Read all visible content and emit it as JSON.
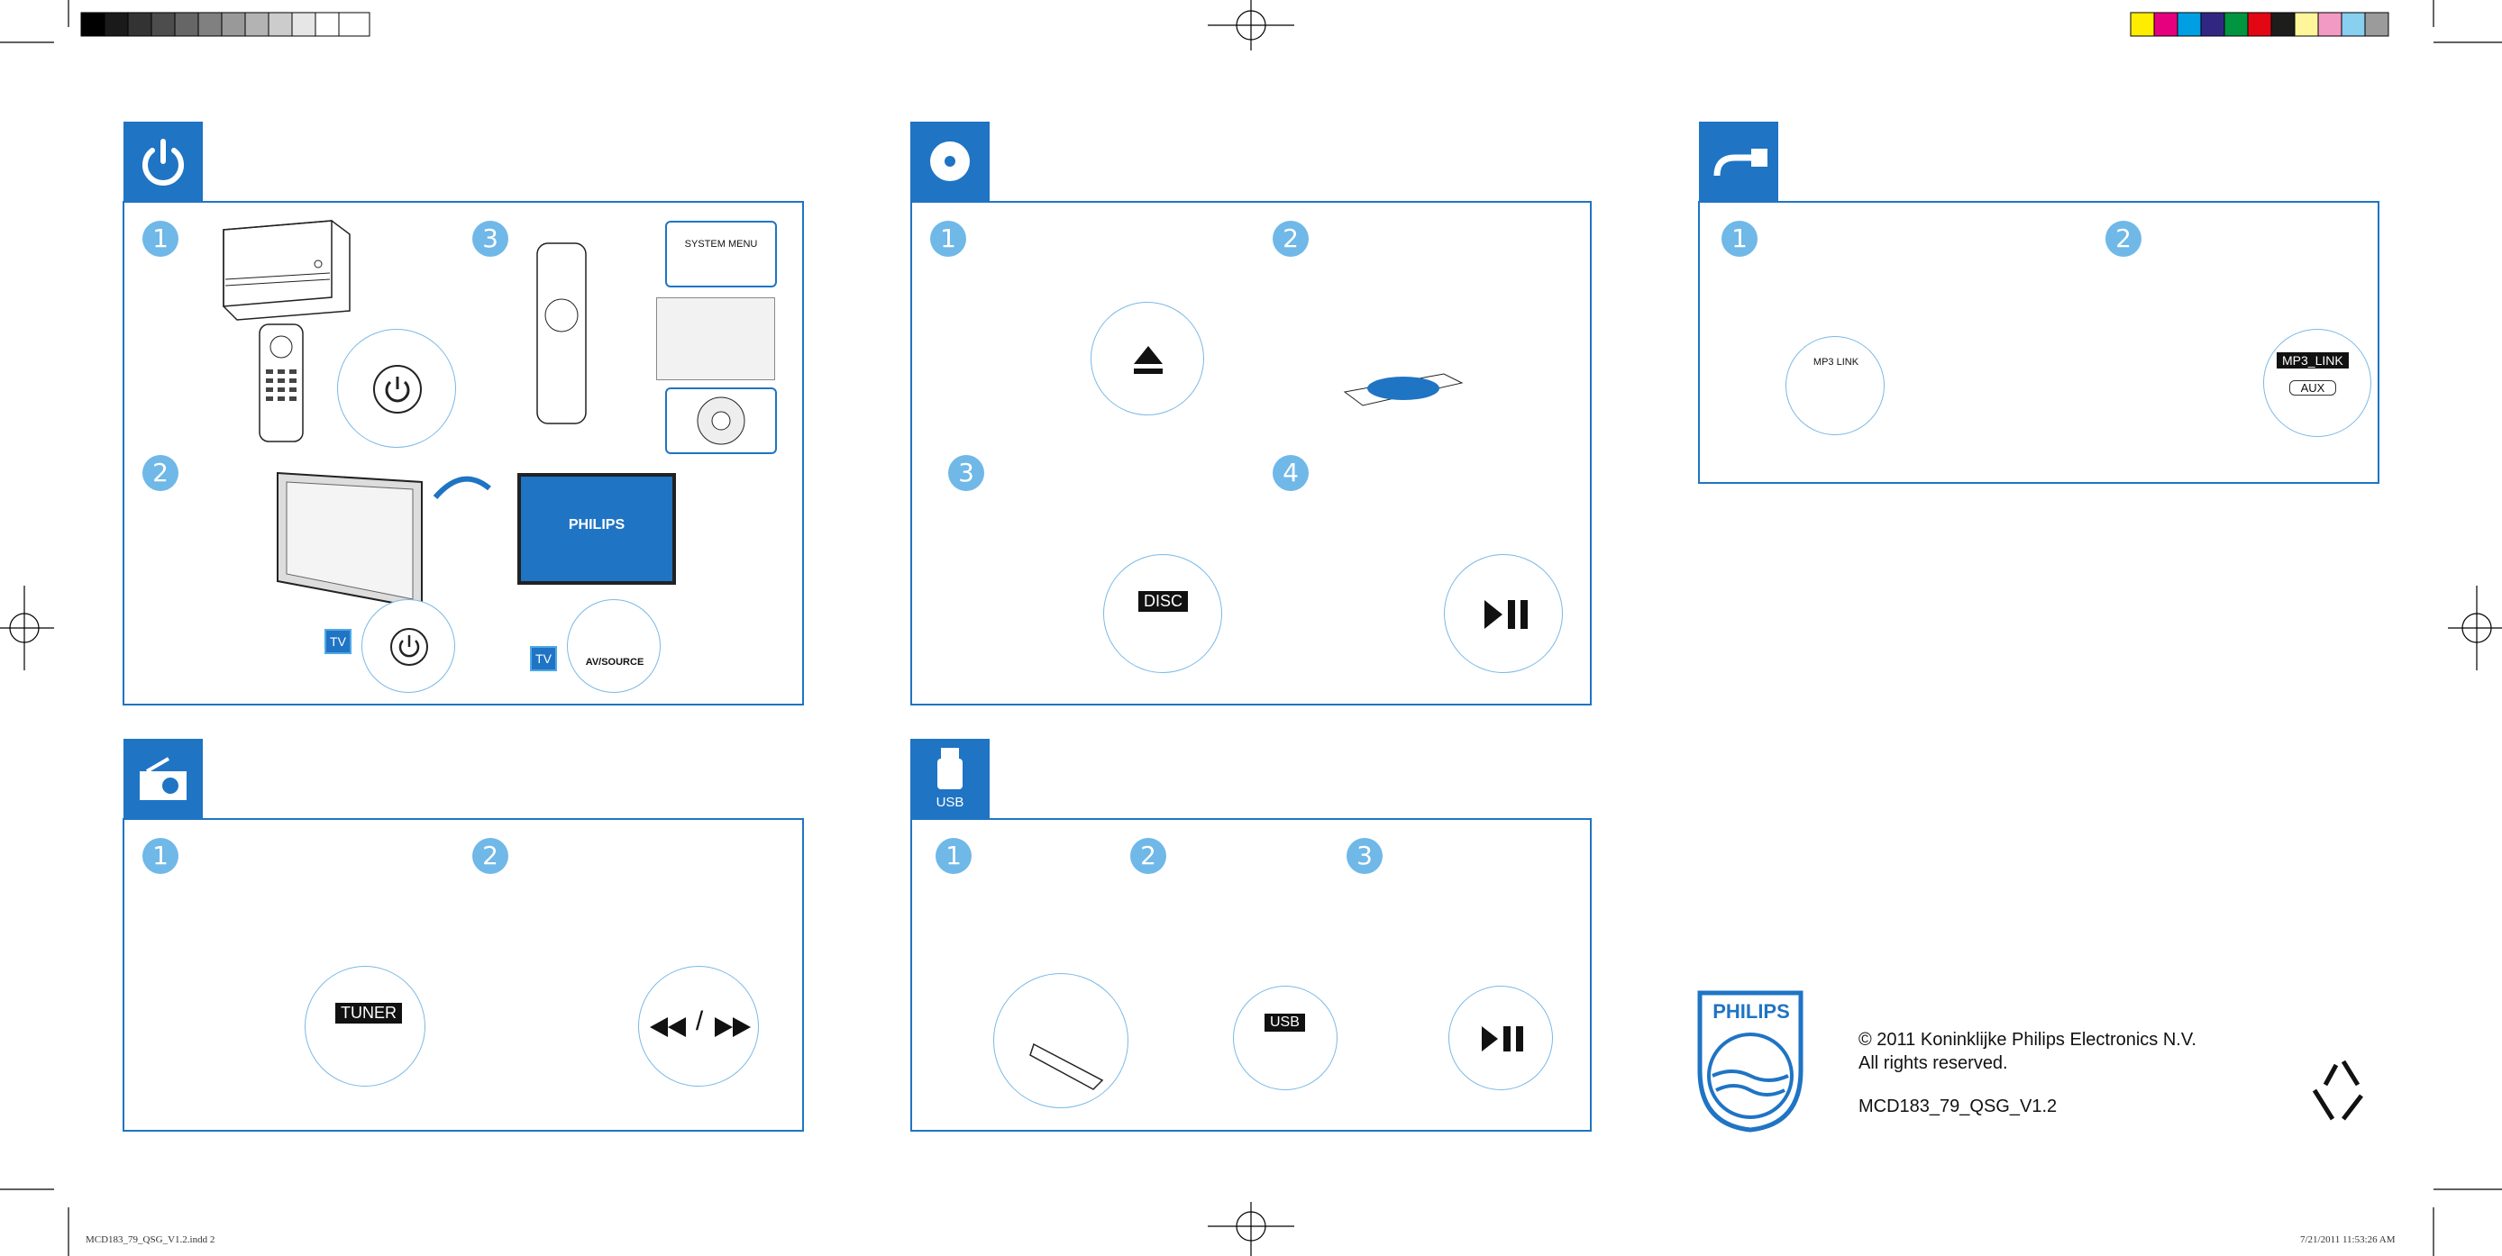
{
  "panels": {
    "power": {
      "steps": [
        "1",
        "2",
        "3"
      ],
      "system_menu": "SYSTEM MENU",
      "brand_tv": "PHILIPS",
      "tv_badge": "TV",
      "av_source": "AV/SOURCE"
    },
    "disc": {
      "steps": [
        "1",
        "2",
        "3",
        "4"
      ],
      "disc_label": "DISC"
    },
    "aux": {
      "steps": [
        "1",
        "2"
      ],
      "mp3_link_port": "MP3 LINK",
      "mp3_link_btn": "MP3_LINK",
      "aux_btn": "AUX"
    },
    "tuner": {
      "steps": [
        "1",
        "2"
      ],
      "tuner_label": "TUNER",
      "skip": "/"
    },
    "usb": {
      "tab_label": "USB",
      "steps": [
        "1",
        "2",
        "3"
      ],
      "usb_label": "USB"
    }
  },
  "brand": {
    "logo": "PHILIPS"
  },
  "copyright": {
    "line1": "© 2011 Koninklijke Philips Electronics N.V.",
    "line2": "All rights reserved.",
    "doc_code": "MCD183_79_QSG_V1.2"
  },
  "footer": {
    "left": "MCD183_79_QSG_V1.2.indd   2",
    "right": "7/21/2011   11:53:26 AM"
  },
  "colors": {
    "accent": "#1f74c4",
    "step_circle": "#6fb8e8"
  },
  "registration_colors": [
    "#ffed00",
    "#e6007e",
    "#009fe3",
    "#312783",
    "#009640",
    "#e30613",
    "#1d1d1b",
    "#fff59b",
    "#f39ac4",
    "#89cff0",
    "#9b9b9b"
  ]
}
